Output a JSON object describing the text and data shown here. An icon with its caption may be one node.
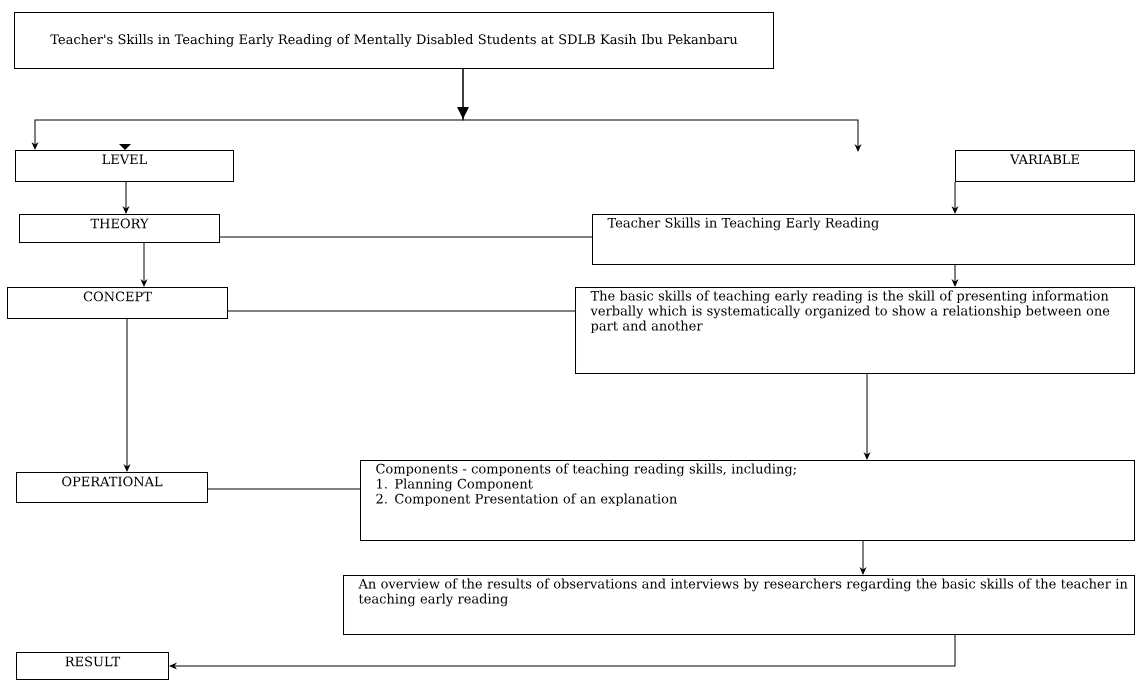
{
  "diagram": {
    "nodes": [
      {
        "text": [
          "Teacher's Skills in Teaching Early Reading of Mentally Disabled Students at SDLB Kasih Ibu Pekanbaru"
        ]
      },
      {
        "text": [
          "LEVEL"
        ]
      },
      {
        "text": [
          "VARIABLE"
        ]
      },
      {
        "text": [
          "THEORY"
        ]
      },
      {
        "text": [
          "Teacher Skills in Teaching Early Reading"
        ]
      },
      {
        "text": [
          "CONCEPT"
        ]
      },
      {
        "text": [
          "The basic skills of teaching early reading is the skill of presenting information verbally which is systematically organized to show a relationship between one part and another"
        ]
      },
      {
        "text": [
          "OPERATIONAL"
        ]
      },
      {
        "text": [
          "Components - components of teaching reading skills, including;",
          "1. Planning Component",
          "2. Component Presentation of an explanation"
        ]
      },
      {
        "text": [
          "An overview of the results of observations and interviews by researchers regarding the basic skills of the teacher in teaching early reading"
        ]
      },
      {
        "text": [
          "RESULT"
        ]
      }
    ],
    "edges": [
      {
        "from": 0,
        "to": 1,
        "arrow": "to"
      },
      {
        "from": 0,
        "to": null,
        "arrow": "to"
      },
      {
        "from": 1,
        "to": 3,
        "arrow": "to"
      },
      {
        "from": 3,
        "to": 5,
        "arrow": "to"
      },
      {
        "from": 5,
        "to": 7,
        "arrow": "to"
      },
      {
        "from": 2,
        "to": 4,
        "arrow": "to"
      },
      {
        "from": 4,
        "to": 6,
        "arrow": "to"
      },
      {
        "from": 6,
        "to": 8,
        "arrow": "to"
      },
      {
        "from": 8,
        "to": 9,
        "arrow": "to"
      },
      {
        "from": 9,
        "to": 10,
        "arrow": "to"
      },
      {
        "from": 3,
        "to": 4,
        "arrow": "none"
      },
      {
        "from": 5,
        "to": 6,
        "arrow": "none"
      },
      {
        "from": 7,
        "to": 8,
        "arrow": "none"
      }
    ]
  }
}
